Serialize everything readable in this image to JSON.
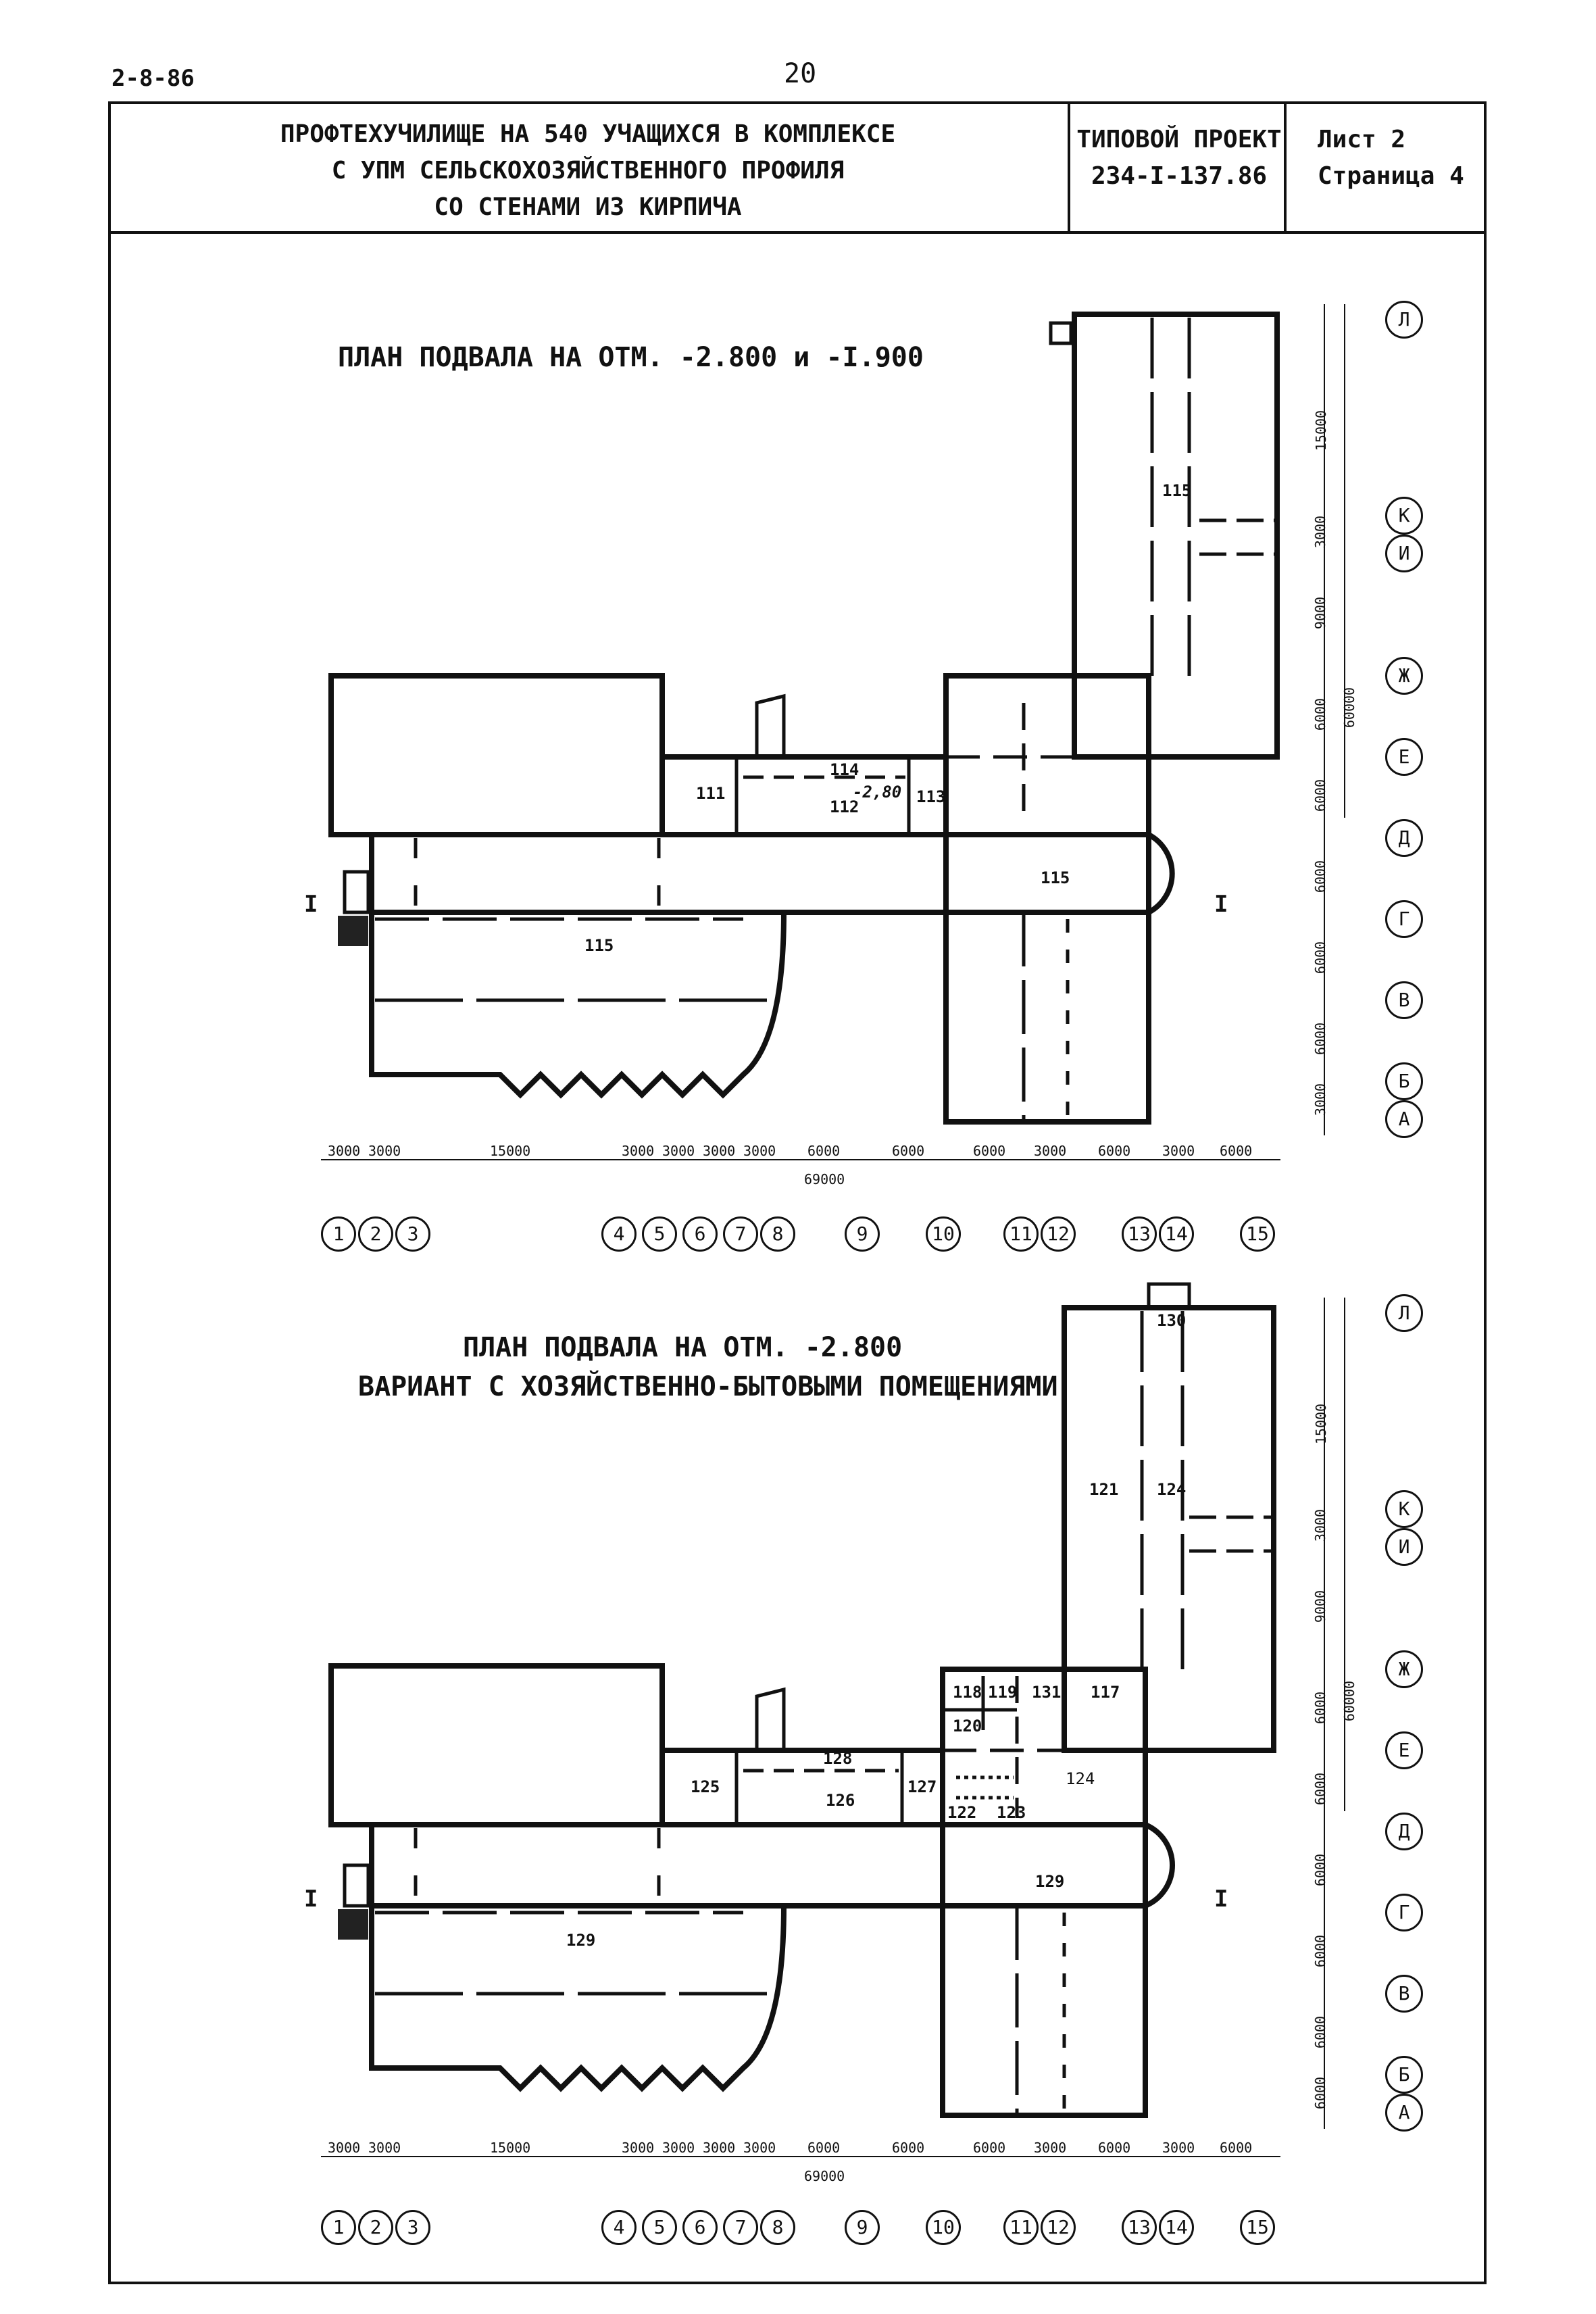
{
  "sheet": {
    "code": "2-8-86",
    "page_number": "20",
    "title_lines": [
      "ПРОФТЕХУЧИЛИЩЕ НА 540 УЧАЩИХСЯ В КОМПЛЕКСЕ",
      "С УПМ СЕЛЬСКОХОЗЯЙСТВЕННОГО ПРОФИЛЯ",
      "СО СТЕНАМИ ИЗ КИРПИЧА"
    ],
    "project_label": "ТИПОВОЙ ПРОЕКТ",
    "project_number": "234-I-137.86",
    "list": "Лист 2",
    "page": "Страница 4"
  },
  "plan1": {
    "title": "ПЛАН ПОДВАЛА НА ОТМ. -2.800 и -I.900",
    "rooms": [
      "115",
      "115",
      "115",
      "111",
      "112",
      "113",
      "114"
    ],
    "level_mark": "-2,80",
    "section_mark": "I",
    "axes_vertical": [
      "Л",
      "К",
      "И",
      "Ж",
      "Е",
      "Д",
      "Г",
      "В",
      "Б",
      "А"
    ],
    "dims_vertical": [
      "15000",
      "3000",
      "9000",
      "6000",
      "60000",
      "6000",
      "6000",
      "6000",
      "6000",
      "3000"
    ],
    "dims_horizontal": [
      "3000",
      "3000",
      "15000",
      "3000",
      "3000",
      "3000",
      "3000",
      "6000",
      "6000",
      "6000",
      "3000",
      "6000",
      "3000",
      "6000"
    ],
    "total": "69000",
    "axes_horizontal": [
      "1",
      "2",
      "3",
      "4",
      "5",
      "6",
      "7",
      "8",
      "9",
      "10",
      "11",
      "12",
      "13",
      "14",
      "15"
    ]
  },
  "plan2": {
    "title_line1": "ПЛАН ПОДВАЛА НА ОТМ. -2.800",
    "title_line2": "ВАРИАНТ С ХОЗЯЙСТВЕННО-БЫТОВЫМИ ПОМЕЩЕНИЯМИ",
    "rooms": [
      "130",
      "121",
      "124",
      "118",
      "119",
      "131",
      "117",
      "120",
      "125",
      "128",
      "126",
      "127",
      "122",
      "123",
      "124",
      "129",
      "129"
    ],
    "section_mark": "I",
    "axes_vertical": [
      "Л",
      "К",
      "И",
      "Ж",
      "Е",
      "Д",
      "Г",
      "В",
      "Б",
      "А"
    ],
    "dims_vertical": [
      "15000",
      "3000",
      "9000",
      "6000",
      "60000",
      "6000",
      "6000",
      "6000",
      "6000",
      "6000"
    ],
    "dims_horizontal": [
      "3000",
      "3000",
      "15000",
      "3000",
      "3000",
      "3000",
      "3000",
      "6000",
      "6000",
      "6000",
      "3000",
      "6000",
      "3000",
      "6000"
    ],
    "total": "69000",
    "axes_horizontal": [
      "1",
      "2",
      "3",
      "4",
      "5",
      "6",
      "7",
      "8",
      "9",
      "10",
      "11",
      "12",
      "13",
      "14",
      "15"
    ]
  }
}
